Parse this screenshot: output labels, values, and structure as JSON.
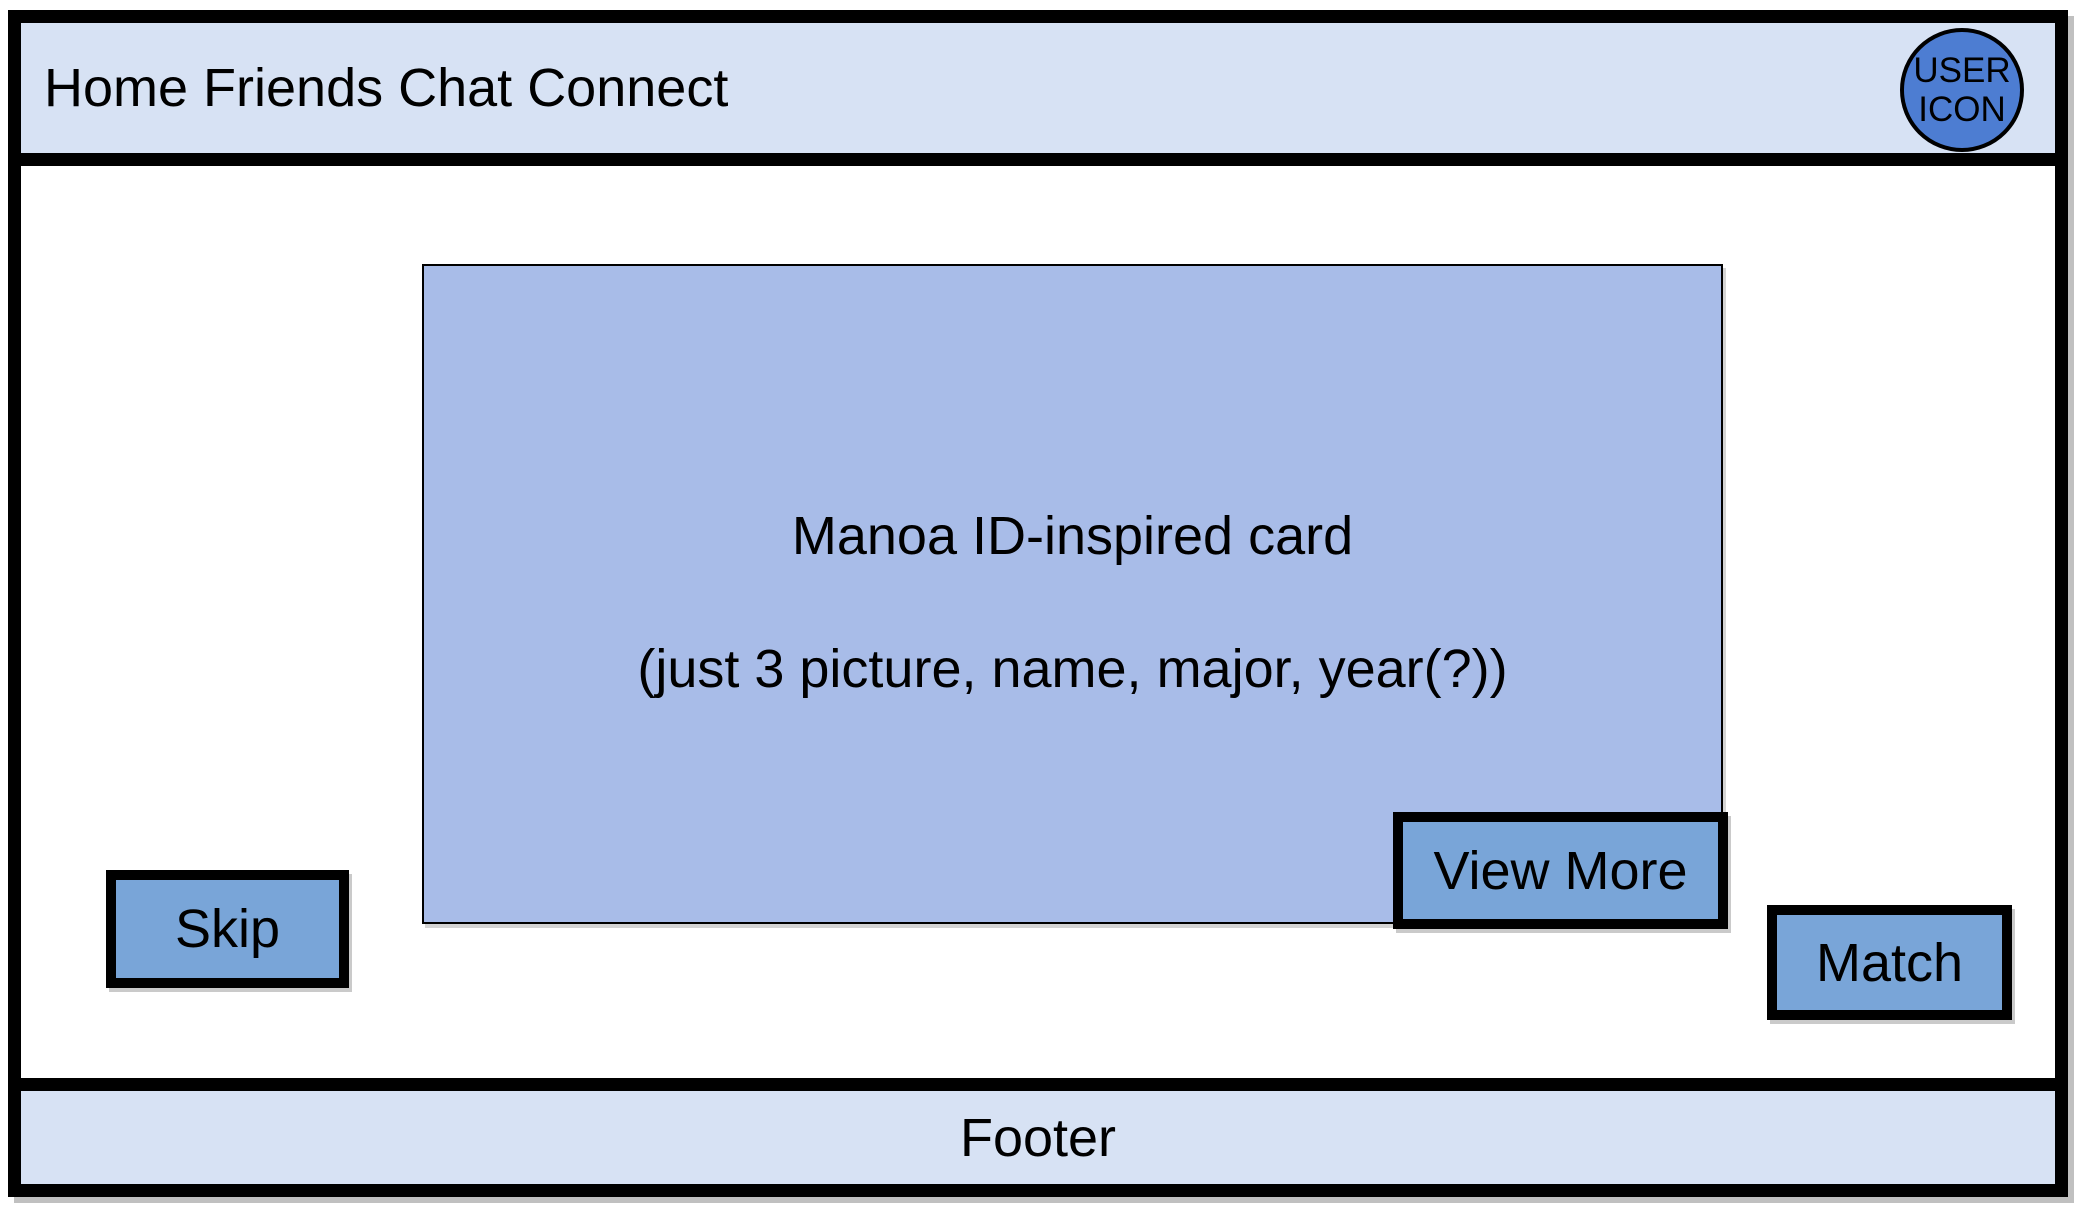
{
  "colors": {
    "header_bg": "#d7e2f4",
    "footer_bg": "#d7e2f4",
    "card_bg": "#a8bce8",
    "button_bg": "#79a5d8",
    "avatar_bg": "#4d7dd2",
    "outline": "#000000"
  },
  "navbar": {
    "items": [
      {
        "label": "Home"
      },
      {
        "label": "Friends"
      },
      {
        "label": "Chat"
      },
      {
        "label": "Connect"
      }
    ],
    "user_icon": {
      "line1": "USER",
      "line2": "ICON"
    }
  },
  "card": {
    "title": "Manoa ID-inspired card",
    "subtitle": "(just 3 picture, name, major, year(?))"
  },
  "buttons": {
    "skip": "Skip",
    "view_more": "View More",
    "match": "Match"
  },
  "footer": {
    "text": "Footer"
  }
}
